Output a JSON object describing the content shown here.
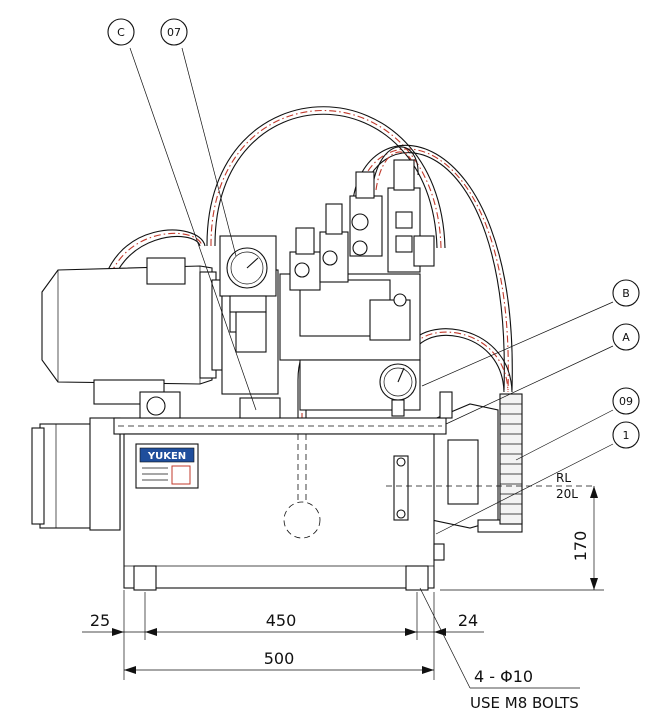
{
  "balloons": [
    {
      "id": "c",
      "label": "C"
    },
    {
      "id": "07",
      "label": "07"
    },
    {
      "id": "b",
      "label": "B"
    },
    {
      "id": "a",
      "label": "A"
    },
    {
      "id": "09",
      "label": "09"
    },
    {
      "id": "1",
      "label": "1"
    }
  ],
  "nameplate": {
    "brand": "YUKEN"
  },
  "oil_level": {
    "line1": "RL",
    "line2": "20L"
  },
  "dimensions": {
    "height": "170",
    "left_offset": "25",
    "hole_spacing": "450",
    "right_offset": "24",
    "overall_width": "500"
  },
  "note": {
    "holes": "4 - Φ10",
    "bolts": "USE M8 BOLTS"
  },
  "colors": {
    "line": "#111111",
    "hose": "#c0392b",
    "nameplate": "#1f4e9c"
  }
}
